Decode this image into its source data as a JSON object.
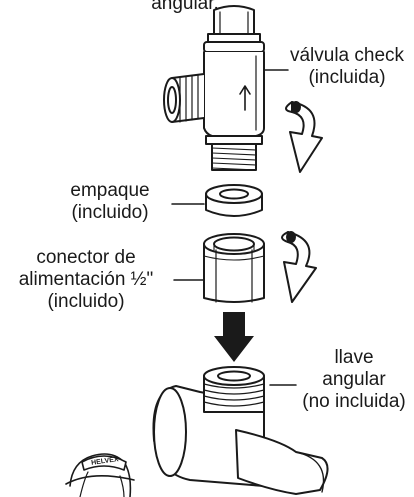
{
  "labels": {
    "top_partial": "angular.",
    "check_valve_1": "válvula check",
    "check_valve_2": "(incluida)",
    "washer_1": "empaque",
    "washer_2": "(incluido)",
    "connector_1": "conector de",
    "connector_2": "alimentación ½\"",
    "connector_3": "(incluido)",
    "angle_valve_1": "llave",
    "angle_valve_2": "angular",
    "angle_valve_3": "(no incluida)",
    "brand_badge": "HELVEX"
  },
  "colors": {
    "ink": "#1a1a1a",
    "paper": "#ffffff",
    "arrow_fill": "#1a1a1a"
  },
  "icons": {
    "check_valve": "check-valve-icon",
    "washer": "washer-icon",
    "connector": "connector-nut-icon",
    "angle_valve": "angle-valve-icon",
    "mascot": "mascot-cap-icon",
    "rotate": "rotate-arrow-icon",
    "down": "down-arrow-icon"
  }
}
